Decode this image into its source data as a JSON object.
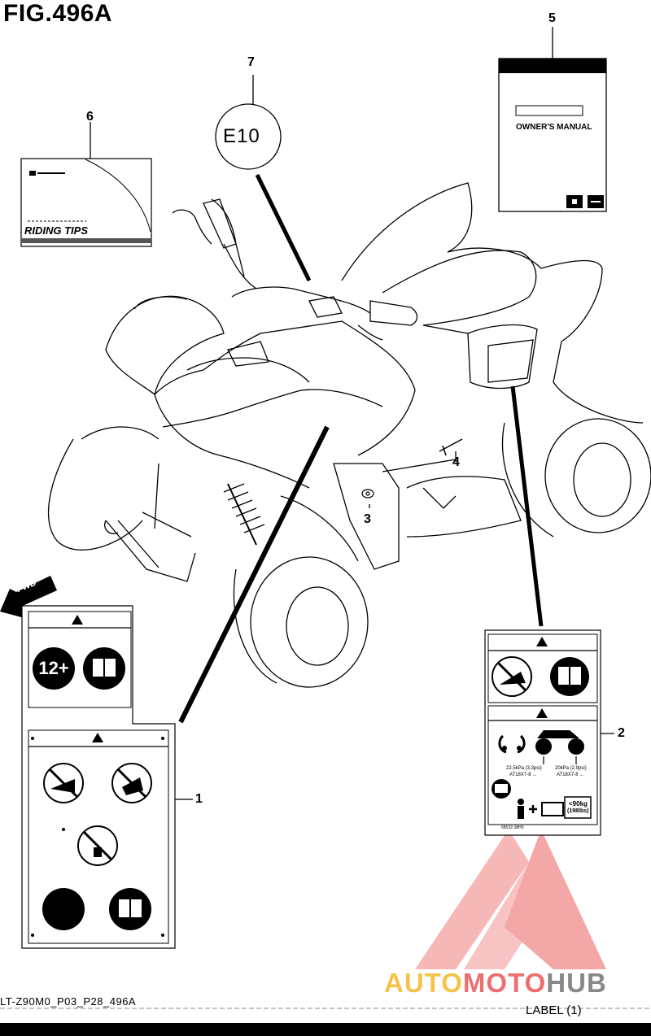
{
  "figure": {
    "title": "FIG.496A"
  },
  "callouts": [
    "1",
    "2",
    "3",
    "4",
    "5",
    "6",
    "7"
  ],
  "manual": {
    "title": "OWNER'S MANUAL"
  },
  "tips_card": {
    "title": "RIDING TIPS"
  },
  "e10_badge": {
    "text": "E10"
  },
  "fwd_arrow": {
    "text": "FWD"
  },
  "label1": {
    "age": "12+"
  },
  "label2": {
    "front_pressure": "22.5kPa (3.3psi)",
    "front_tire": "AT18X7-8 ←",
    "rear_pressure": "20kPa (2.9psi)",
    "rear_tire": "AT18X7-8 ←",
    "load": "<90kg",
    "load_lbs": "(198lbs)",
    "part_no": "68532-38H0"
  },
  "footer": {
    "left": "LT-Z90M0_P03_P28_496A",
    "right": "LABEL (1)"
  },
  "watermark": {
    "part1": "AUTO",
    "part2": "MOTO",
    "part3": "HUB"
  },
  "colors": {
    "watermark_yellow": "#f5c34a",
    "watermark_red": "#ee6f6f",
    "watermark_grey": "#888888"
  }
}
